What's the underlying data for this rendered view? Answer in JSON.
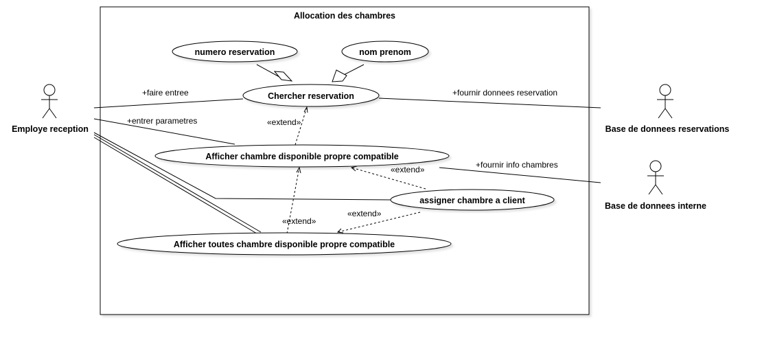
{
  "system": {
    "title": "Allocation des chambres"
  },
  "actors": {
    "employe": "Employe reception",
    "base_reservations": "Base de donnees reservations",
    "base_interne": "Base de donnees interne"
  },
  "use_cases": {
    "numero_reservation": "numero reservation",
    "nom_prenom": "nom prenom",
    "chercher_reservation": "Chercher reservation",
    "afficher_chambre": "Afficher chambre disponible propre compatible",
    "assigner_chambre": "assigner chambre a client",
    "afficher_toutes": "Afficher toutes chambre disponible propre compatible"
  },
  "association_labels": {
    "faire_entree": "+faire entree",
    "entrer_parametres": "+entrer parametres",
    "fournir_donnees_reservation": "+fournir donnees reservation",
    "fournir_info_chambres": "+fournir info chambres"
  },
  "extend_labels": {
    "afficher_to_chercher": "«extend»",
    "assigner_to_afficher": "«extend»",
    "assigner_to_toutes": "«extend»",
    "toutes_to_afficher": "«extend»"
  }
}
